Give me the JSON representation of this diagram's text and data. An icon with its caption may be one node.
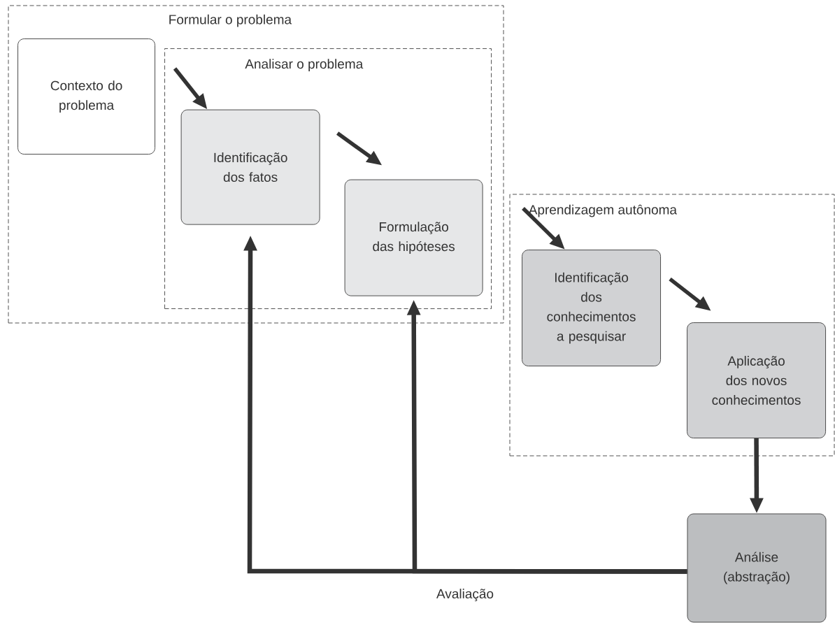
{
  "diagram": {
    "nodes": [
      {
        "text": [
          "Formular o problema"
        ]
      },
      {
        "text": [
          "Contexto do problema"
        ],
        "in": 0
      },
      {
        "text": [
          "Analisar o problema"
        ],
        "in": 0
      },
      {
        "text": [
          "Identificação dos fatos"
        ],
        "in": 2
      },
      {
        "text": [
          "Formulação das hipóteses"
        ],
        "in": 2
      },
      {
        "text": [
          "Aprendizagem autônoma"
        ]
      },
      {
        "text": [
          "Identificação dos conhecimentos a pesquisar"
        ],
        "in": 5
      },
      {
        "text": [
          "Aplicação dos novos conhecimentos"
        ],
        "in": 5
      },
      {
        "text": [
          "Análise (abstração)"
        ]
      }
    ],
    "edges": [
      {
        "from": null,
        "to": 3,
        "arrow": "to"
      },
      {
        "from": 3,
        "to": 4,
        "arrow": "to"
      },
      {
        "from": null,
        "to": 6,
        "arrow": "to"
      },
      {
        "from": 6,
        "to": 7,
        "arrow": "to"
      },
      {
        "from": 7,
        "to": 8,
        "arrow": "to"
      },
      {
        "from": 8,
        "to": 3,
        "arrow": "to",
        "label": "Avaliação"
      },
      {
        "from": 8,
        "to": 4,
        "arrow": "to"
      }
    ]
  }
}
